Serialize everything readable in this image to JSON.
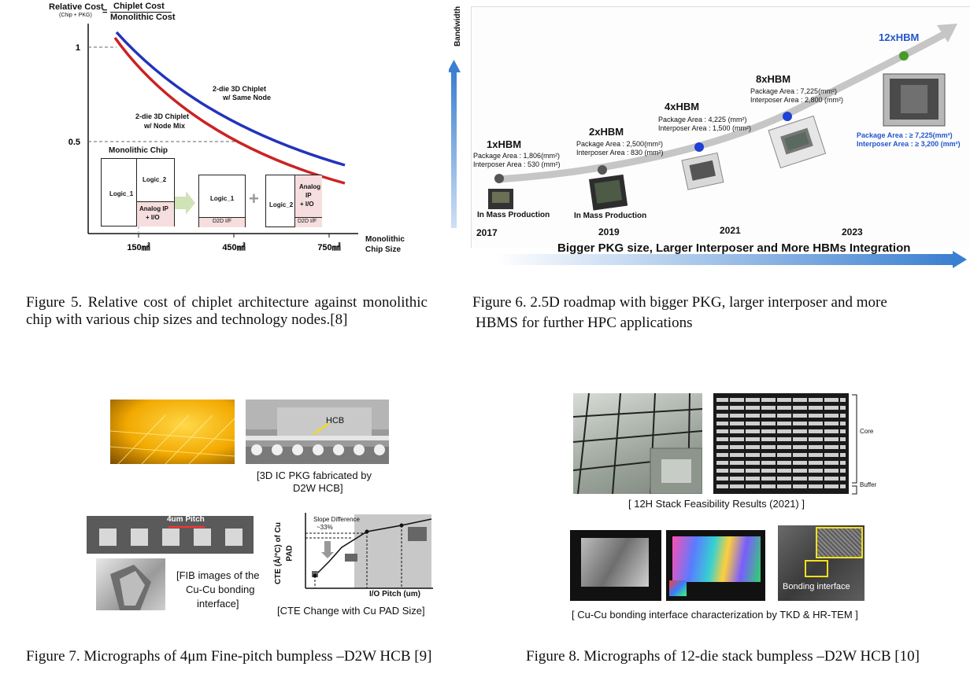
{
  "fig5": {
    "y_title": "Relative Cost",
    "y_sub": "(Chip + PKG)",
    "eq": "=",
    "frac_num": "Chiplet Cost",
    "frac_den": "Monolithic Cost",
    "curve_same_node": [
      "2-die 3D Chiplet",
      "w/ Same Node"
    ],
    "curve_node_mix": [
      "2-die 3D Chiplet",
      "w/ Node Mix"
    ],
    "mono_chip_title": "Monolithic Chip",
    "logic1": "Logic_1",
    "logic2": "Logic_2",
    "analog_io": [
      "Analog IP",
      "+ I/O"
    ],
    "analog_io_b": [
      "Analog",
      "IP",
      "+ I/O"
    ],
    "d2d": "D2D I/F",
    "plus": "+",
    "xlabel": [
      "Monolithic",
      "Chip Size"
    ],
    "colors": {
      "same_node": "#2233bb",
      "node_mix": "#cc2222",
      "pale_green": "#dfeecd",
      "pale_pink": "#f6dede"
    }
  },
  "fig6": {
    "ylabel": "Bandwidth",
    "banner": "Bigger PKG size, Larger Interposer and More HBMs Integration",
    "years": [
      "2017",
      "2019",
      "2021",
      "2023"
    ],
    "nodes": [
      {
        "title": "1xHBM",
        "lines": [
          "Package Area : 1,806(mm²)",
          "Interposer Area : 530 (mm²)"
        ],
        "status": "In Mass Production"
      },
      {
        "title": "2xHBM",
        "lines": [
          "Package Area : 2,500(mm²)",
          "Interposer Area : 830 (mm²)"
        ],
        "status": "In Mass Production"
      },
      {
        "title": "4xHBM",
        "lines": [
          "Package Area : 4,225 (mm²)",
          "Interposer Area : 1,500 (mm²)"
        ],
        "status": ""
      },
      {
        "title": "8xHBM",
        "lines": [
          "Package Area : 7,225(mm²)",
          "Interposer Area : 2,800 (mm²)"
        ],
        "status": ""
      },
      {
        "title": "12xHBM",
        "lines": [
          "Package Area : ≥ 7,225(mm²)",
          "Interposer Area : ≥ 3,200 (mm²)"
        ],
        "status": ""
      }
    ],
    "colors": {
      "arrow_blue": "#3a7fd0",
      "title_blue": "#2255cc",
      "dot_green": "#4a9a2a"
    }
  },
  "fig7": {
    "hcb": "HCB",
    "caption_3d": [
      "[3D IC PKG fabricated by",
      "D2W HCB]"
    ],
    "pitch": "4um Pitch",
    "fib": [
      "[FIB images of the",
      "Cu-Cu bonding",
      "interface]"
    ],
    "slope": "Slope Difference",
    "pct": "~33%",
    "ylabel": [
      "CTE (Å/°C) of Cu",
      "PAD"
    ],
    "xlabel": "I/O Pitch (um)",
    "caption_cte": "[CTE Change with Cu PAD Size]"
  },
  "fig8": {
    "core": "Core",
    "buffer": "Buffer",
    "caption_stack": "[ 12H Stack Feasibility Results (2021) ]",
    "bonding": "Bonding interface",
    "caption_char": "[ Cu-Cu bonding interface characterization by TKD & HR-TEM ]"
  },
  "captions": {
    "fig5": "Figure 5. Relative cost of chiplet architecture against monolithic chip with various chip sizes and technology nodes.[8]",
    "fig6": [
      "Figure 6. 2.5D roadmap  with bigger PKG, larger interposer and more",
      "HBMS for further HPC applications"
    ],
    "fig7": "Figure 7. Micrographs of 4μm Fine-pitch bumpless –D2W HCB [9]",
    "fig8": "Figure 8. Micrographs of 12-die stack bumpless –D2W HCB [10]"
  }
}
